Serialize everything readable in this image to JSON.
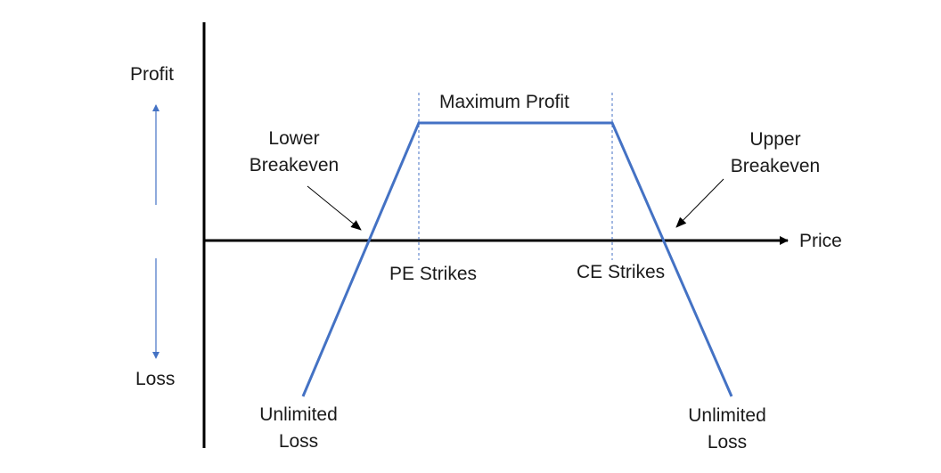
{
  "axes": {
    "x_label": "Price",
    "profit_label": "Profit",
    "loss_label": "Loss"
  },
  "annotations": {
    "max_profit": "Maximum Profit",
    "lower_breakeven": [
      "Lower",
      "Breakeven"
    ],
    "upper_breakeven": [
      "Upper",
      "Breakeven"
    ],
    "pe_strikes": "PE Strikes",
    "ce_strikes": "CE Strikes",
    "unlimited_loss_left": [
      "Unlimited",
      "Loss"
    ],
    "unlimited_loss_right": [
      "Unlimited",
      "Loss"
    ]
  },
  "colors": {
    "payoff_line": "#4472c4",
    "axis": "#000000",
    "guide": "#4472c4",
    "text": "#1a1a1a"
  }
}
